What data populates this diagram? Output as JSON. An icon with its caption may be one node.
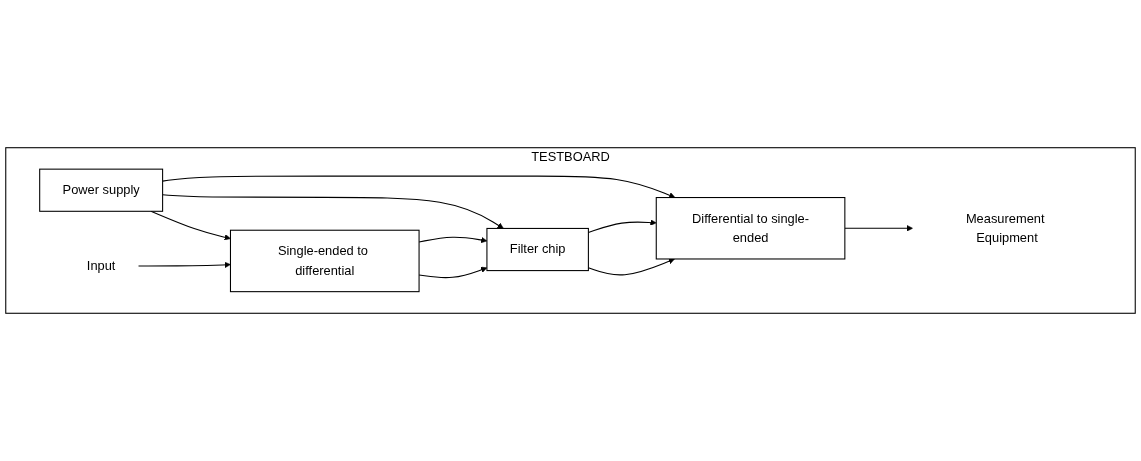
{
  "diagram": {
    "nodes": [
      {
        "text": [
          "TESTBOARD"
        ]
      },
      {
        "text": [
          "Power supply"
        ],
        "in": 0
      },
      {
        "text": [
          "Single-ended to differential"
        ],
        "in": 0
      },
      {
        "text": [
          "Filter chip"
        ],
        "in": 0
      },
      {
        "text": [
          "Differential to single-ended"
        ],
        "in": 0
      },
      {
        "text": [
          "Input"
        ],
        "in": 0
      },
      {
        "text": [
          "Measurement Equipment"
        ],
        "in": 0
      }
    ],
    "edges": [
      {
        "from": 1,
        "to": 2,
        "arrow": "to"
      },
      {
        "from": 1,
        "to": 3,
        "arrow": "to"
      },
      {
        "from": 1,
        "to": 4,
        "arrow": "to"
      },
      {
        "from": 5,
        "to": 2,
        "arrow": "to"
      },
      {
        "from": 2,
        "to": 3,
        "arrow": "to"
      },
      {
        "from": 2,
        "to": 3,
        "arrow": "to"
      },
      {
        "from": 3,
        "to": 4,
        "arrow": "to"
      },
      {
        "from": 3,
        "to": 4,
        "arrow": "to"
      },
      {
        "from": 4,
        "to": 6,
        "arrow": "to"
      }
    ]
  }
}
